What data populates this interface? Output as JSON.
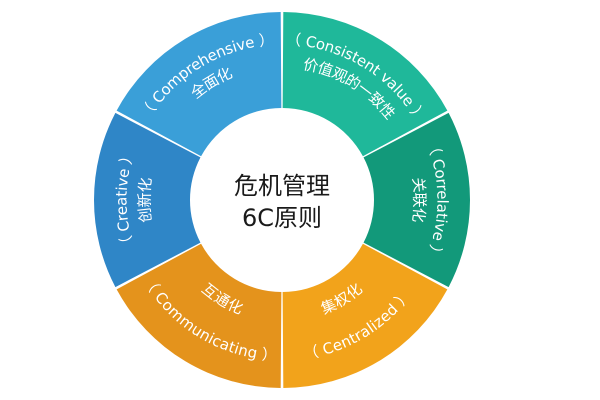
{
  "center": {
    "line1": "危机管理",
    "line2": "6C原则"
  },
  "segments": [
    {
      "id": "comprehensive",
      "en": "（ Comprehensive ）",
      "cn": "全面化",
      "color": "#3a9fd8"
    },
    {
      "id": "consistent",
      "en": "（ Consistent value ）",
      "cn": "价值观的一致性",
      "color": "#1fb89a"
    },
    {
      "id": "correlative",
      "en": "（ Correlative ）",
      "cn": "关联化",
      "color": "#12997a"
    },
    {
      "id": "centralized",
      "en": "（ Centralized ）",
      "cn": "集权化",
      "color": "#f2a31b"
    },
    {
      "id": "communicating",
      "en": "（ Communicating ）",
      "cn": "互通化",
      "color": "#e4931c"
    },
    {
      "id": "creative",
      "en": "（ Creative ）",
      "cn": "创新化",
      "color": "#2f86c7"
    }
  ]
}
